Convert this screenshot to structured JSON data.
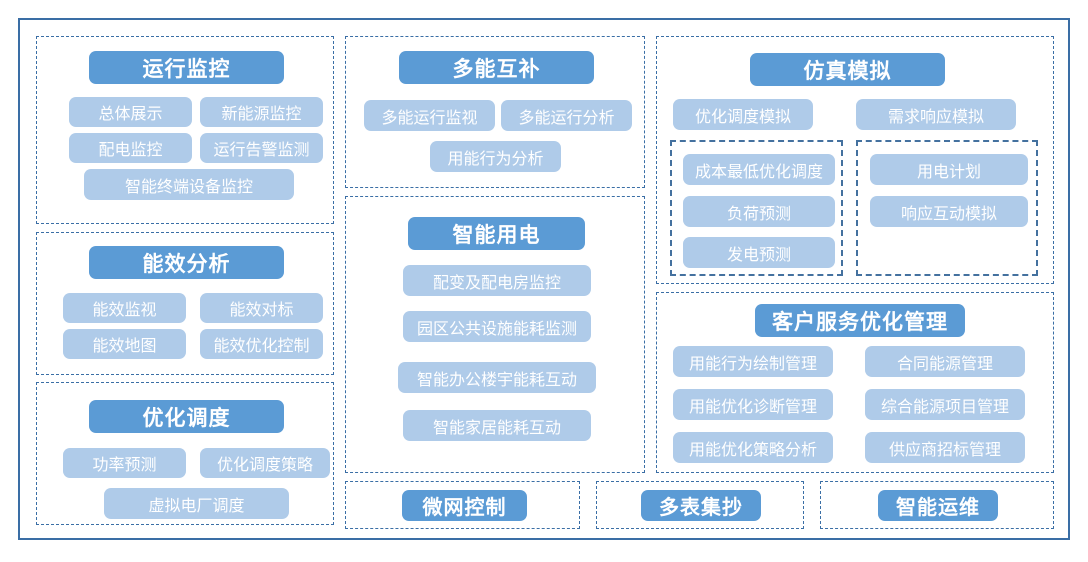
{
  "theme": {
    "frame_border": "#3A6EA5",
    "group_border": "#3A6EA5",
    "header_blue": "#5B9BD5",
    "pill_blue": "#AFCBE9",
    "text_on_blue": "#FFFFFF"
  },
  "groups": [
    {
      "id": "operation-monitoring",
      "title": "运行监控",
      "items": [
        "总体展示",
        "新能源监控",
        "配电监控",
        "运行告警监测",
        "智能终端设备监控"
      ]
    },
    {
      "id": "efficiency-analysis",
      "title": "能效分析",
      "items": [
        "能效监视",
        "能效对标",
        "能效地图",
        "能效优化控制"
      ]
    },
    {
      "id": "optimized-dispatch",
      "title": "优化调度",
      "items": [
        "功率预测",
        "优化调度策略",
        "虚拟电厂调度"
      ]
    },
    {
      "id": "multi-energy-complementary",
      "title": "多能互补",
      "items": [
        "多能运行监视",
        "多能运行分析",
        "用能行为分析"
      ]
    },
    {
      "id": "smart-electricity",
      "title": "智能用电",
      "items": [
        "配变及配电房监控",
        "园区公共设施能耗监测",
        "智能办公楼宇能耗互动",
        "智能家居能耗互动"
      ]
    },
    {
      "id": "simulation",
      "title": "仿真模拟",
      "items": [
        "优化调度模拟",
        "需求响应模拟"
      ],
      "subgroups": [
        {
          "id": "simulation-dispatch",
          "items": [
            "成本最低优化调度",
            "负荷预测",
            "发电预测"
          ]
        },
        {
          "id": "simulation-demand",
          "items": [
            "用电计划",
            "响应互动模拟"
          ]
        }
      ]
    },
    {
      "id": "customer-service-optimization",
      "title": "客户服务优化管理",
      "items": [
        "用能行为绘制管理",
        "合同能源管理",
        "用能优化诊断管理",
        "综合能源项目管理",
        "用能优化策略分析",
        "供应商招标管理"
      ]
    },
    {
      "id": "microgrid-control",
      "title": "微网控制",
      "items": []
    },
    {
      "id": "multi-meter-reading",
      "title": "多表集抄",
      "items": []
    },
    {
      "id": "smart-operation-maintenance",
      "title": "智能运维",
      "items": []
    }
  ]
}
